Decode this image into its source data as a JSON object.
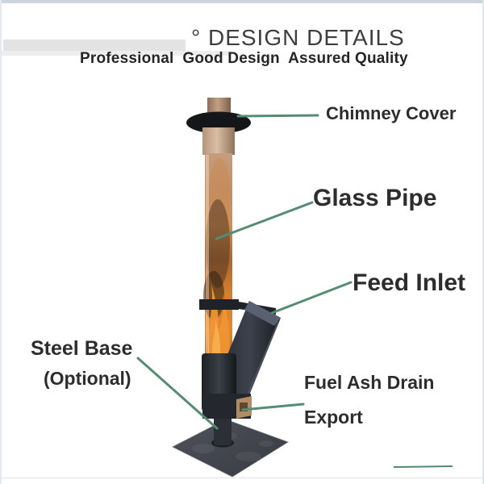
{
  "header": {
    "title": "° DESIGN DETAILS",
    "subtitle": "Professional  Good Design  Assured Quality"
  },
  "labels": {
    "chimney_cover": "Chimney Cover",
    "glass_pipe": "Glass Pipe",
    "feed_inlet": "Feed Inlet",
    "steel_base": "Steel Base",
    "steel_base_note": "(Optional)",
    "fuel_ash_line1": "Fuel Ash Drain",
    "fuel_ash_line2": "Export"
  },
  "colors": {
    "leader_line": "#568c71",
    "bottom_accent_line": "#4f8a73",
    "label_text": "#2d2d2d",
    "title_text": "#3e3e3e",
    "top_bar": "#ccd4e1"
  }
}
